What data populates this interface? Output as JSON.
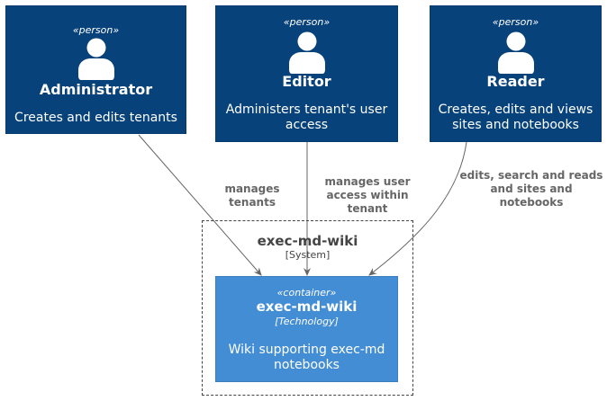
{
  "persons": [
    {
      "stereotype": "«person»",
      "name": "Administrator",
      "description": "Creates and edits tenants",
      "icon": "person-icon"
    },
    {
      "stereotype": "«person»",
      "name": "Editor",
      "description": "Administers tenant's user access",
      "icon": "person-icon"
    },
    {
      "stereotype": "«person»",
      "name": "Reader",
      "description": "Creates, edits and views sites and notebooks",
      "icon": "person-icon"
    }
  ],
  "system": {
    "name": "exec-md-wiki",
    "type": "[System]"
  },
  "container": {
    "stereotype": "«container»",
    "name": "exec-md-wiki",
    "technology": "[Technology]",
    "description": "Wiki supporting exec-md notebooks"
  },
  "relationships": [
    {
      "label": "manages tenants"
    },
    {
      "label": "manages user access within tenant"
    },
    {
      "label": "edits, search and reads and sites and notebooks"
    }
  ],
  "colors": {
    "person_bg": "#08427b",
    "container_bg": "#438dd5",
    "edge": "#666666",
    "text_light": "#ffffff"
  }
}
